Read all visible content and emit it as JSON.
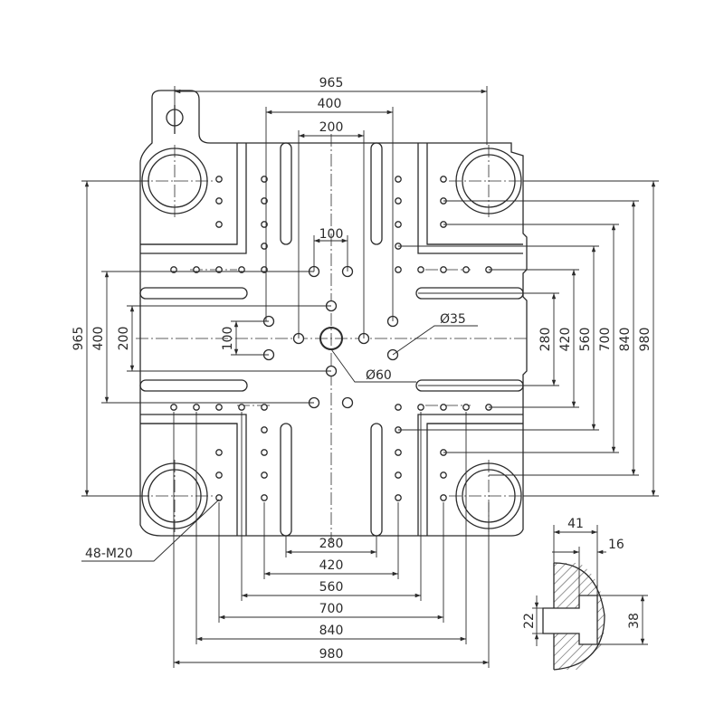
{
  "colors": {
    "line": "#2b2b2b",
    "hatch": "#555555",
    "background": "#ffffff"
  },
  "dimensions": {
    "top": {
      "d965": "965",
      "d400": "400",
      "d200": "200"
    },
    "bottom": {
      "d280": "280",
      "d420": "420",
      "d560": "560",
      "d700": "700",
      "d840": "840",
      "d980": "980"
    },
    "left": {
      "d965": "965",
      "d400": "400",
      "d200": "200",
      "d100": "100"
    },
    "right": {
      "d280": "280",
      "d420": "420",
      "d560": "560",
      "d700": "700",
      "d840": "840",
      "d980": "980"
    },
    "center": {
      "d100": "100",
      "phi35": "Ø35",
      "phi60": "Ø60"
    },
    "thread": "48-M20",
    "slot_detail": {
      "d41": "41",
      "d16": "16",
      "d22": "22",
      "d38": "38"
    }
  }
}
